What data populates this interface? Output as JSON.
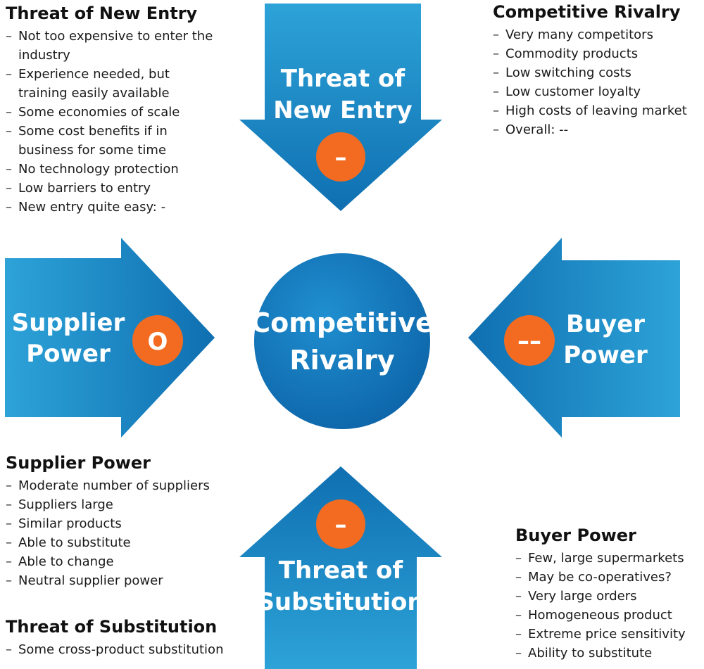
{
  "diagram": {
    "center": {
      "line1": "Competitive",
      "line2": "Rivalry"
    },
    "arrows": {
      "new_entry": {
        "line1": "Threat of",
        "line2": "New Entry",
        "rating": "–"
      },
      "supplier": {
        "line1": "Supplier",
        "line2": "Power",
        "rating": "O"
      },
      "buyer": {
        "line1": "Buyer",
        "line2": "Power",
        "rating": "––"
      },
      "substitution": {
        "line1": "Threat of",
        "line2": "Substitution",
        "rating": "–"
      }
    },
    "colors": {
      "blue_dark": "#0f6fb1",
      "blue_light": "#2da3d8",
      "orange": "#f26b21"
    }
  },
  "panels": {
    "new_entry": {
      "title": "Threat of New Entry",
      "items": [
        "Not too expensive to enter the industry",
        "Experience needed, but training easily available",
        "Some economies of scale",
        "Some cost benefits if in business for some time",
        "No technology protection",
        "Low barriers to entry",
        "New entry quite easy: -"
      ]
    },
    "rivalry": {
      "title": "Competitive Rivalry",
      "items": [
        "Very many competitors",
        "Commodity products",
        "Low switching costs",
        "Low customer loyalty",
        "High costs of leaving market",
        "Overall: --"
      ]
    },
    "supplier": {
      "title": "Supplier Power",
      "items": [
        "Moderate number of suppliers",
        "Suppliers large",
        "Similar products",
        "Able to substitute",
        "Able to change",
        "Neutral supplier power"
      ]
    },
    "substitution": {
      "title": "Threat of Substitution",
      "items": [
        "Some cross-product substitution"
      ]
    },
    "buyer": {
      "title": "Buyer Power",
      "items": [
        "Few, large supermarkets",
        "May be co-operatives?",
        "Very large orders",
        "Homogeneous product",
        "Extreme price sensitivity",
        "Ability to substitute"
      ]
    }
  }
}
